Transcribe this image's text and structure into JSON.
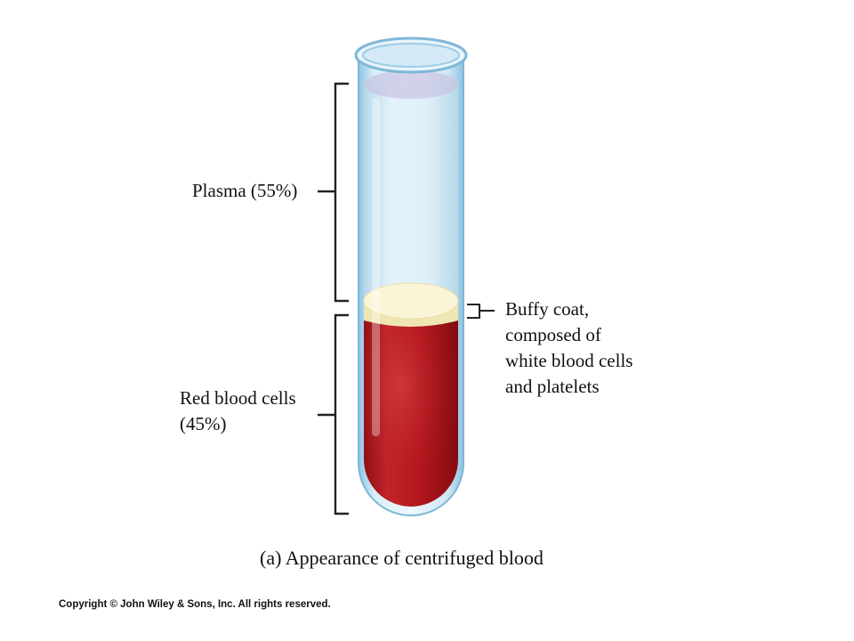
{
  "labels": {
    "plasma": "Plasma (55%)",
    "rbc_line1": "Red blood cells",
    "rbc_line2": "(45%)",
    "buffy_line1": "Buffy coat,",
    "buffy_line2": "composed of",
    "buffy_line3": "white blood cells",
    "buffy_line4": "and platelets"
  },
  "caption": "(a) Appearance of centrifuged blood",
  "copyright": "Copyright © John Wiley & Sons, Inc. All rights reserved.",
  "fractions": {
    "plasma": 0.55,
    "red_blood_cells": 0.45
  },
  "colors": {
    "plasma": "#cfe6f3",
    "buffy_coat": "#f6f0c8",
    "red_blood_cells": "#b3171c",
    "tube_glass": "#a9d3ea",
    "text": "#111111"
  }
}
